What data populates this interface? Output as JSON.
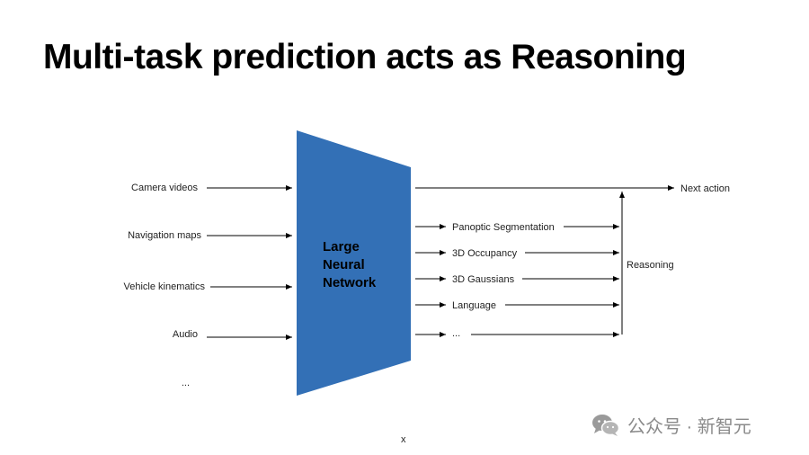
{
  "title": "Multi-task prediction acts as Reasoning",
  "inputs": [
    "Camera videos",
    "Navigation maps",
    "Vehicle kinematics",
    "Audio",
    "..."
  ],
  "network": {
    "label_lines": [
      "Large",
      "Neural",
      "Network"
    ],
    "color": "#3370b6"
  },
  "outputs": {
    "next_action": "Next action",
    "tasks": [
      "Panoptic Segmentation",
      "3D Occupancy",
      "3D Gaussians",
      "Language",
      "..."
    ],
    "reasoning": "Reasoning"
  },
  "footer_mark": "x",
  "watermark": {
    "text": "公众号 · 新智元",
    "icon": "wechat-icon"
  }
}
